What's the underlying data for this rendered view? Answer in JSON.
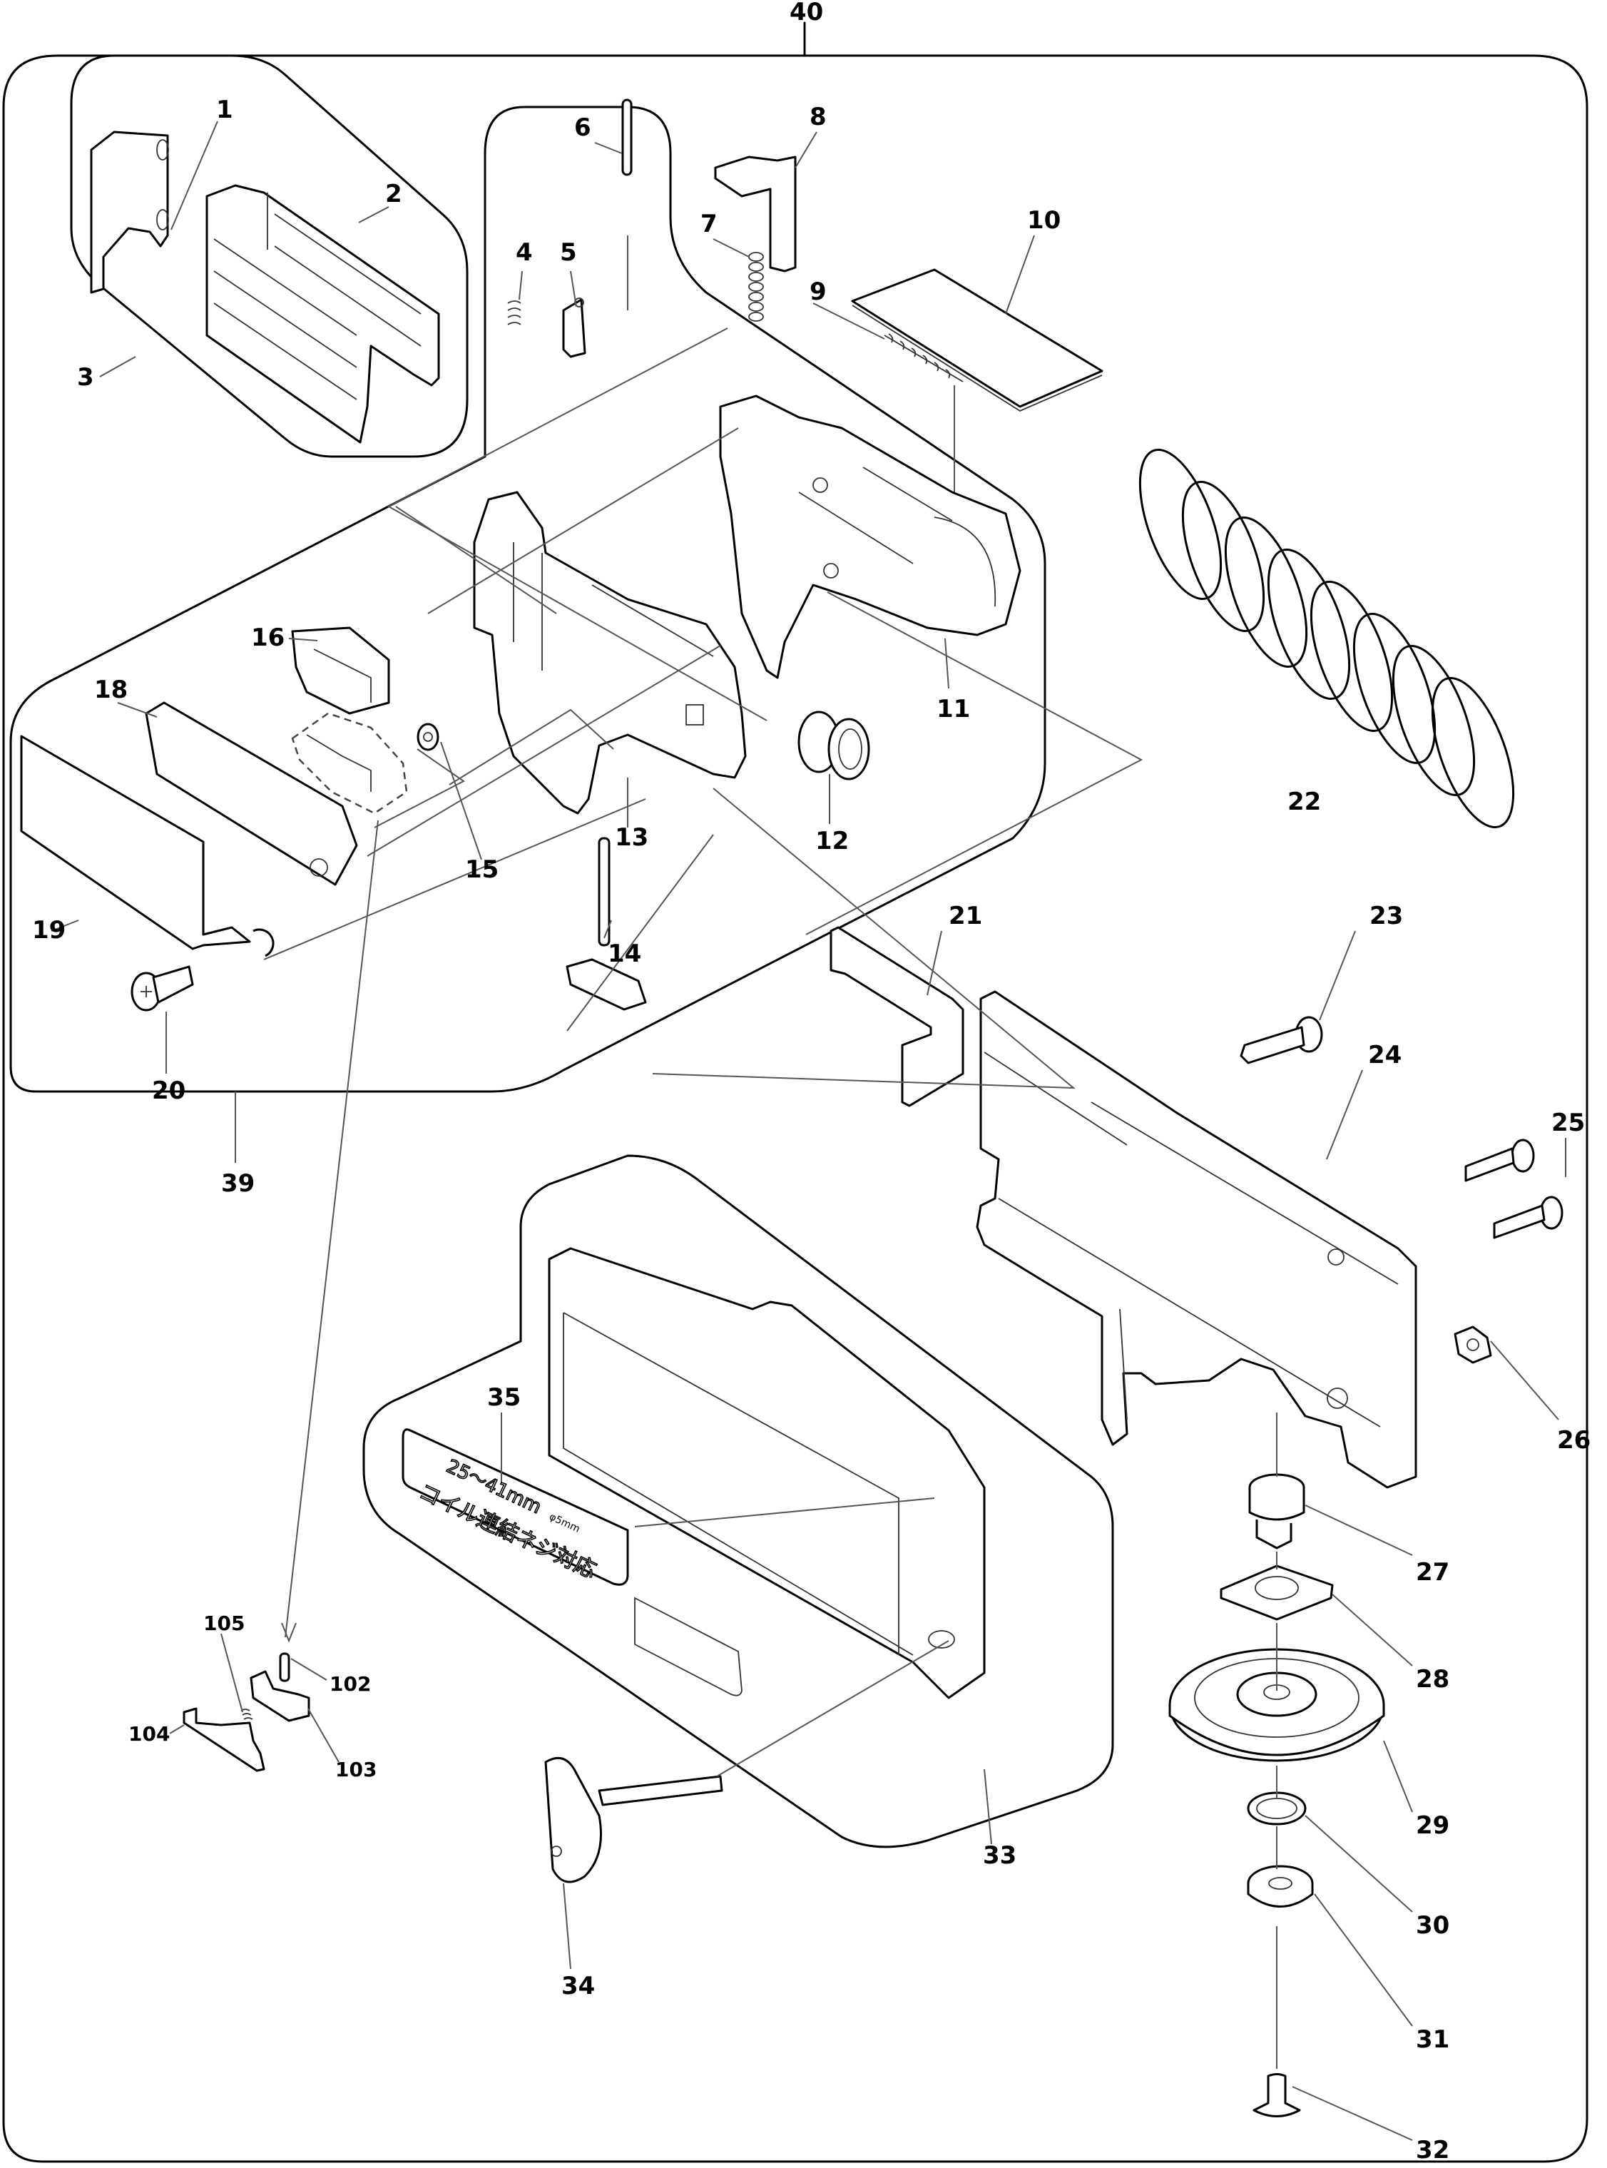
{
  "diagram": {
    "title": "Exploded parts diagram — coil screw magazine attachment",
    "labels": {
      "p1": "1",
      "p2": "2",
      "p3": "3",
      "p4": "4",
      "p5": "5",
      "p6": "6",
      "p7": "7",
      "p8": "8",
      "p9": "9",
      "p10": "10",
      "p11": "11",
      "p12": "12",
      "p13": "13",
      "p14": "14",
      "p15": "15",
      "p16": "16",
      "p18": "18",
      "p19": "19",
      "p20": "20",
      "p21": "21",
      "p22": "22",
      "p23": "23",
      "p24": "24",
      "p25": "25",
      "p26": "26",
      "p27": "27",
      "p28": "28",
      "p29": "29",
      "p30": "30",
      "p31": "31",
      "p32": "32",
      "p33": "33",
      "p34": "34",
      "p35": "35",
      "p39": "39",
      "p40": "40",
      "p102": "102",
      "p103": "103",
      "p104": "104",
      "p105": "105"
    },
    "decal": {
      "length_range": "25～41mm",
      "diameter": "φ5mm",
      "japanese_text": "コイル連結ネジ対応"
    },
    "colors": {
      "line": "#000000",
      "background": "#ffffff"
    }
  }
}
